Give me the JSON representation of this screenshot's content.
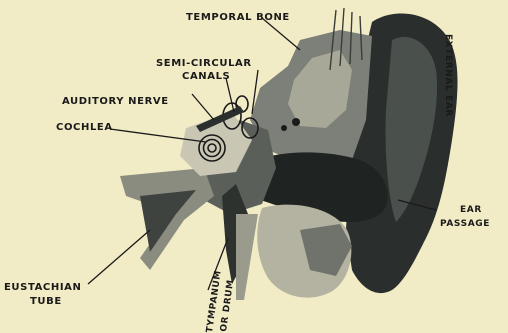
{
  "colors": {
    "paper": "#f2ecc6",
    "ink": "#1a1a1a",
    "dark_tissue": "#2a2e2c",
    "mid_tissue": "#6d726c",
    "bone_light": "#c9c7b4"
  },
  "labels": {
    "temporal_bone": "TEMPORAL BONE",
    "semi_circular_line1": "SEMI-CIRCULAR",
    "semi_circular_line2": "CANALS",
    "auditory_nerve": "AUDITORY NERVE",
    "cochlea": "COCHLEA",
    "external_ear": "EXTERNAL EAR",
    "ear_passage_line1": "EAR",
    "ear_passage_line2": "PASSAGE",
    "eustachian_line1": "EUSTACHIAN",
    "eustachian_line2": "TUBE",
    "tympanum_line1": "TYMPANUM",
    "tympanum_line2": "OR DRUM"
  }
}
